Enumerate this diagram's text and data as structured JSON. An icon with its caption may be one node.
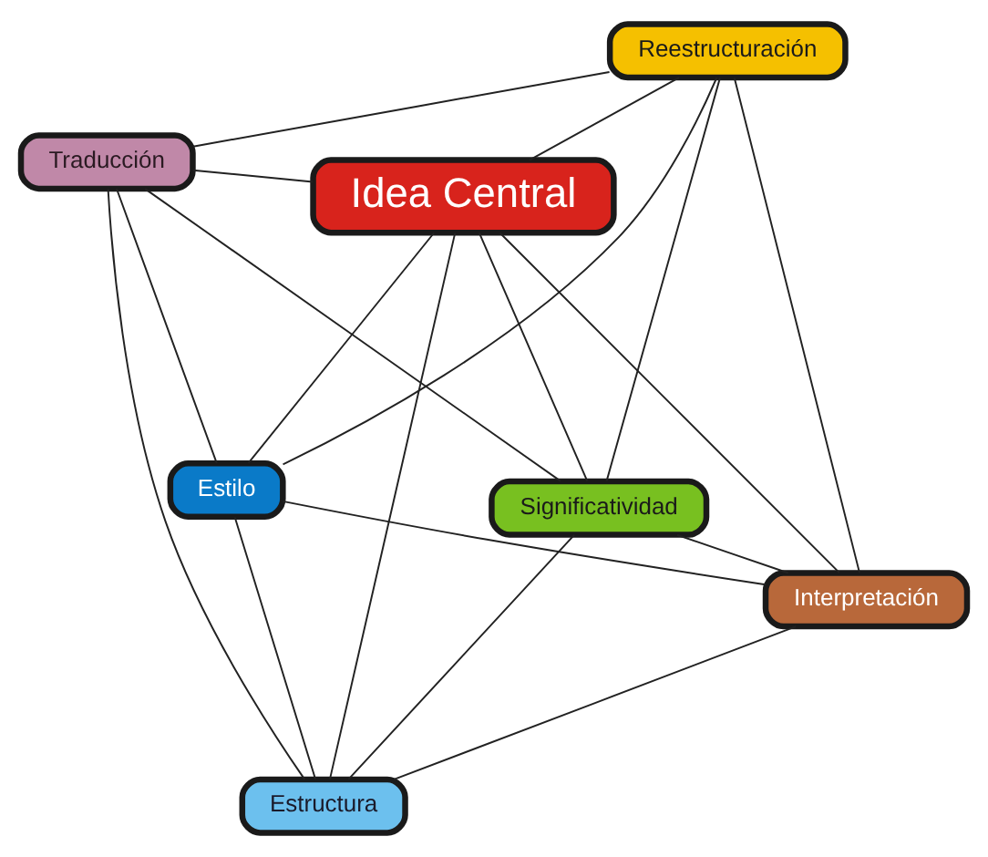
{
  "diagram": {
    "nodes": [
      {
        "text": [
          "Estilo"
        ]
      },
      {
        "text": [
          "Interpretación"
        ]
      },
      {
        "text": [
          "Estructura"
        ]
      },
      {
        "text": [
          "Idea Central"
        ]
      },
      {
        "text": [
          "Reestructuración"
        ]
      },
      {
        "text": [
          "Traducción"
        ]
      },
      {
        "text": [
          "Significatividad"
        ]
      }
    ],
    "edges": [
      {
        "from": 0,
        "to": 2,
        "arrow": "none"
      },
      {
        "from": 2,
        "to": 5,
        "arrow": "none"
      },
      {
        "from": 5,
        "to": 6,
        "arrow": "none"
      },
      {
        "from": 4,
        "to": 6,
        "arrow": "none"
      },
      {
        "from": 1,
        "to": 4,
        "arrow": "none"
      },
      {
        "from": 0,
        "to": 1,
        "arrow": "none"
      },
      {
        "from": 0,
        "to": 5,
        "arrow": "none"
      },
      {
        "from": 2,
        "to": 6,
        "arrow": "none"
      },
      {
        "from": 4,
        "to": 5,
        "arrow": "none"
      },
      {
        "from": 1,
        "to": 6,
        "arrow": "none"
      },
      {
        "from": 0,
        "to": 4,
        "arrow": "none"
      },
      {
        "from": 1,
        "to": 2,
        "arrow": "none"
      },
      {
        "from": 0,
        "to": 3,
        "arrow": "none"
      },
      {
        "from": 1,
        "to": 3,
        "arrow": "none"
      },
      {
        "from": 2,
        "to": 3,
        "arrow": "none"
      },
      {
        "from": 3,
        "to": 4,
        "arrow": "none"
      },
      {
        "from": 3,
        "to": 5,
        "arrow": "none"
      },
      {
        "from": 3,
        "to": 6,
        "arrow": "none"
      }
    ]
  }
}
